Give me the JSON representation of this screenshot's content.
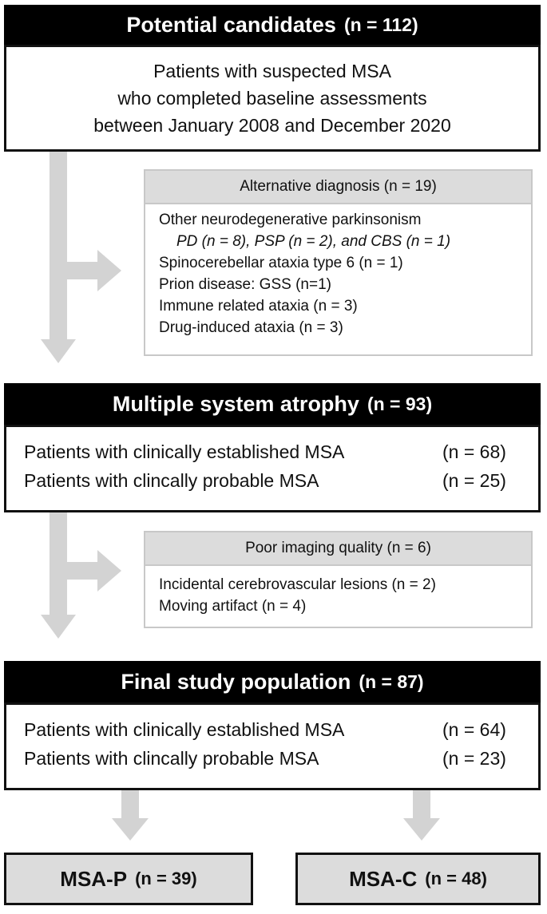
{
  "potential": {
    "title": "Potential candidates",
    "count": "(n = 112)",
    "lines": [
      "Patients with suspected MSA",
      "who completed baseline assessments",
      "between January 2008 and December 2020"
    ]
  },
  "alternative": {
    "title": "Alternative diagnosis (n = 19)",
    "items": [
      "Other neurodegenerative parkinsonism",
      "PD (n = 8), PSP (n = 2), and CBS (n = 1)",
      "Spinocerebellar ataxia type 6 (n = 1)",
      "Prion disease: GSS (n=1)",
      "Immune related ataxia (n = 3)",
      "Drug-induced ataxia (n = 3)"
    ]
  },
  "msa": {
    "title": "Multiple system atrophy",
    "count": "(n = 93)",
    "rows": [
      {
        "label": "Patients with clinically established MSA",
        "count": "(n = 68)"
      },
      {
        "label": "Patients with clincally probable MSA",
        "count": "(n = 25)"
      }
    ]
  },
  "poor": {
    "title": "Poor imaging quality (n = 6)",
    "items": [
      "Incidental cerebrovascular lesions (n = 2)",
      "Moving artifact (n = 4)"
    ]
  },
  "final": {
    "title": "Final study population",
    "count": "(n = 87)",
    "rows": [
      {
        "label": "Patients with clinically established MSA",
        "count": "(n = 64)"
      },
      {
        "label": "Patients with clincally probable MSA",
        "count": "(n = 23)"
      }
    ]
  },
  "subgroups": {
    "p_label": "MSA-P",
    "p_count": "(n = 39)",
    "c_label": "MSA-C",
    "c_count": "(n = 48)"
  }
}
